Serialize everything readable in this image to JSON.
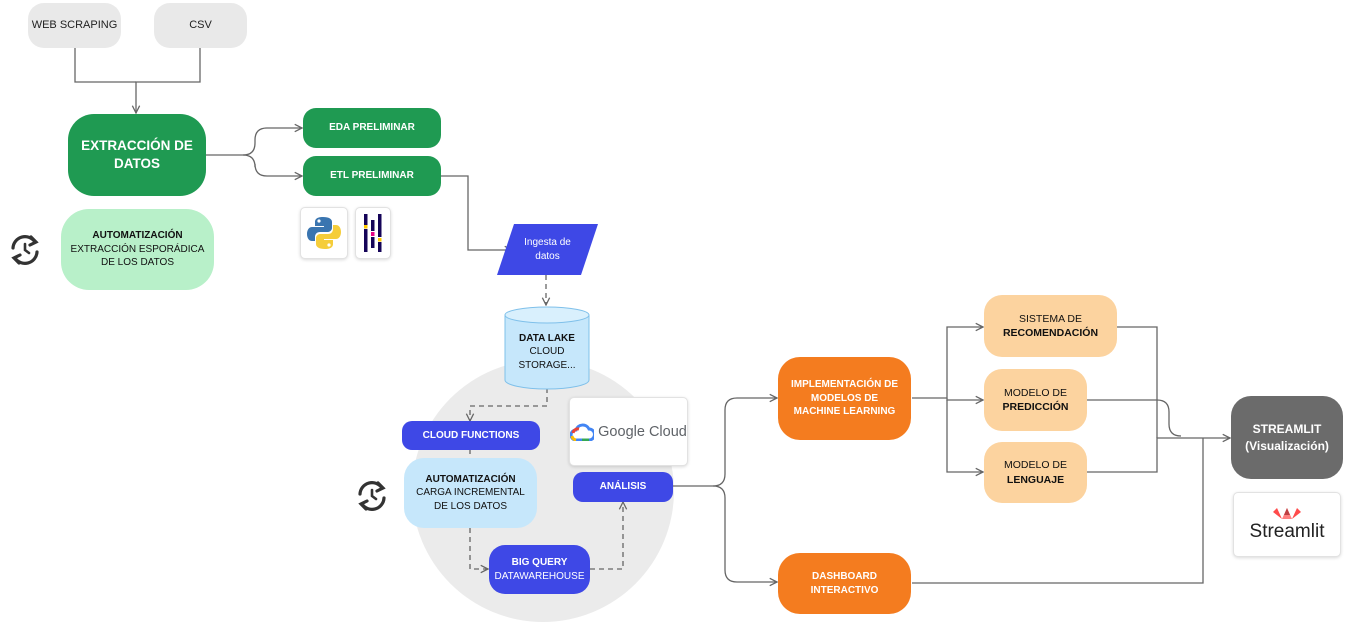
{
  "sources": {
    "web_scraping": "WEB SCRAPING",
    "csv": "CSV"
  },
  "extraction": {
    "title_line1": "EXTRACCIÓN DE",
    "title_line2": "DATOS"
  },
  "automation_top": {
    "title": "AUTOMATIZACIÓN",
    "line1": "EXTRACCIÓN ESPORÁDICA",
    "line2": "DE LOS DATOS"
  },
  "eda": "EDA PRELIMINAR",
  "etl": "ETL PRELIMINAR",
  "ingesta": {
    "line1": "Ingesta de",
    "line2": "datos"
  },
  "datalake": {
    "line1": "DATA LAKE",
    "line2": "CLOUD",
    "line3": "STORAGE..."
  },
  "cloud_functions": "CLOUD FUNCTIONS",
  "automation_inc": {
    "title": "AUTOMATIZACIÓN",
    "line1": "CARGA INCREMENTAL",
    "line2": "DE LOS DATOS"
  },
  "bigquery": {
    "line1": "BIG QUERY",
    "line2": "DATAWAREHOUSE"
  },
  "google_cloud": "Google Cloud",
  "analisis": "ANÁLISIS",
  "ml": {
    "line1": "IMPLEMENTACIÓN DE",
    "line2": "MODELOS DE",
    "line3": "MACHINE LEARNING"
  },
  "dashboard": {
    "line1": "DASHBOARD",
    "line2": "INTERACTIVO"
  },
  "recomendacion": {
    "line1": "SISTEMA DE",
    "line2": "RECOMENDACIÓN"
  },
  "prediccion": {
    "line1": "MODELO DE",
    "line2": "PREDICCIÓN"
  },
  "lenguaje": {
    "line1": "MODELO DE",
    "line2": "LENGUAJE"
  },
  "streamlit": {
    "line1": "STREAMLIT",
    "line2": "(Visualización)"
  },
  "streamlit_logo": "Streamlit",
  "icons": [
    "sync-icon",
    "python-logo-icon",
    "pandas-logo-icon",
    "google-cloud-logo-icon",
    "streamlit-logo-icon"
  ],
  "colors": {
    "green": "#1f9a52",
    "mint": "#b8f0c9",
    "blue": "#3e48e6",
    "light_blue": "#c6e7fb",
    "orange": "#f47c1f",
    "peach": "#fcd39f",
    "dark_gray": "#6b6b6b",
    "light_gray": "#e9e9e9"
  }
}
